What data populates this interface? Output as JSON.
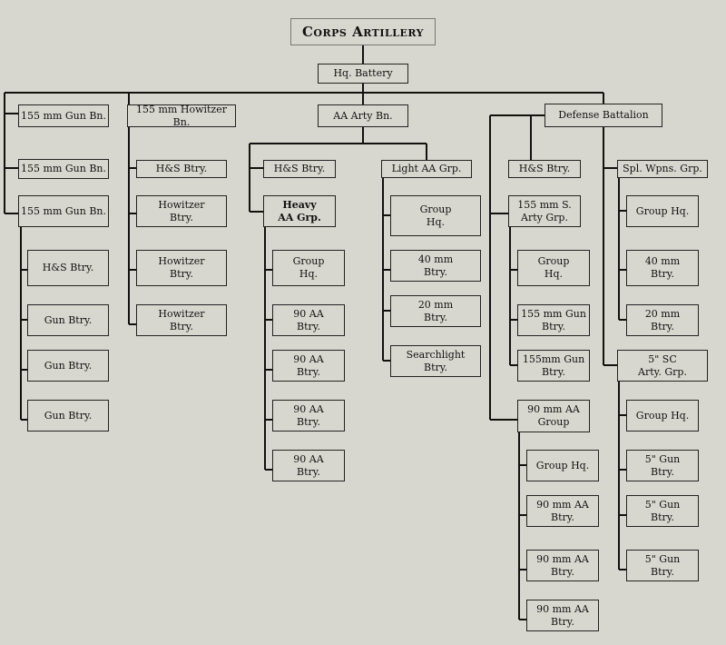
{
  "title": "Corps Artillery",
  "hq_battery": "Hq. Battery",
  "gun_bn_1": "155 mm Gun Bn.",
  "gun_bn_2": "155 mm Gun Bn.",
  "gun_bn_3": "155 mm Gun Bn.",
  "gun_bn_3_children": [
    "H&S Btry.",
    "Gun Btry.",
    "Gun Btry.",
    "Gun Btry."
  ],
  "howitzer_bn": "155 mm Howitzer Bn.",
  "howitzer_bn_children": [
    "H&S Btry.",
    "Howitzer\nBtry.",
    "Howitzer\nBtry.",
    "Howitzer\nBtry."
  ],
  "aa_arty_bn": "AA Arty Bn.",
  "aa_hs_btry": "H&S Btry.",
  "heavy_aa_grp": "Heavy\nAA Grp.",
  "heavy_aa_children": [
    "Group\nHq.",
    "90 AA\nBtry.",
    "90 AA\nBtry.",
    "90 AA\nBtry.",
    "90 AA\nBtry."
  ],
  "light_aa_grp": "Light AA Grp.",
  "light_aa_children": [
    "Group\nHq.",
    "40 mm\nBtry.",
    "20 mm\nBtry.",
    "Searchlight\nBtry."
  ],
  "defense_bn": "Defense Battalion",
  "def_hs_btry": "H&S Btry.",
  "sa_arty_grp": "155 mm S.\nArty Grp.",
  "sa_arty_children": [
    "Group\nHq.",
    "155 mm Gun\nBtry.",
    "155mm Gun\nBtry."
  ],
  "aa_90_grp": "90 mm AA\nGroup",
  "aa_90_children": [
    "Group Hq.",
    "90 mm AA\nBtry.",
    "90 mm AA\nBtry.",
    "90 mm AA\nBtry."
  ],
  "spl_wpns_grp": "Spl. Wpns. Grp.",
  "spl_wpns_children": [
    "Group Hq.",
    "40 mm\nBtry.",
    "20 mm\nBtry."
  ],
  "sc_arty_grp": "5\" SC\nArty. Grp.",
  "sc_arty_children": [
    "Group Hq.",
    "5\" Gun\nBtry.",
    "5\" Gun\nBtry.",
    "5\" Gun\nBtry."
  ]
}
